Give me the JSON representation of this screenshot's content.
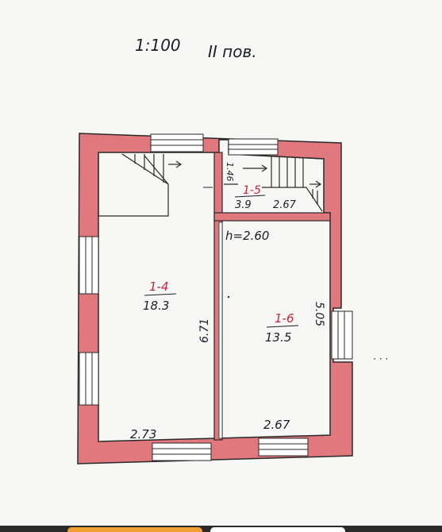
{
  "header": {
    "scale": "1:100",
    "floor": "II пов."
  },
  "plan": {
    "ceiling_height": "h=2.60",
    "rooms": [
      {
        "id": "1-4",
        "label": "1-4",
        "area": "18.3"
      },
      {
        "id": "1-5",
        "label": "1-5",
        "area": "3.9"
      },
      {
        "id": "1-6",
        "label": "1-6",
        "area": "13.5"
      }
    ],
    "dimensions": {
      "room_1_5_width": "2.67",
      "room_1_5_depth": "1.46",
      "room_1_4_height": "6.71",
      "room_1_6_height": "5.05",
      "room_1_4_width": "2.73",
      "room_1_6_width": "2.67"
    },
    "colors": {
      "wall": "#e0787e",
      "ink": "#1e1e2a",
      "accent": "#c4273a",
      "paper": "#f7f7f5"
    }
  }
}
